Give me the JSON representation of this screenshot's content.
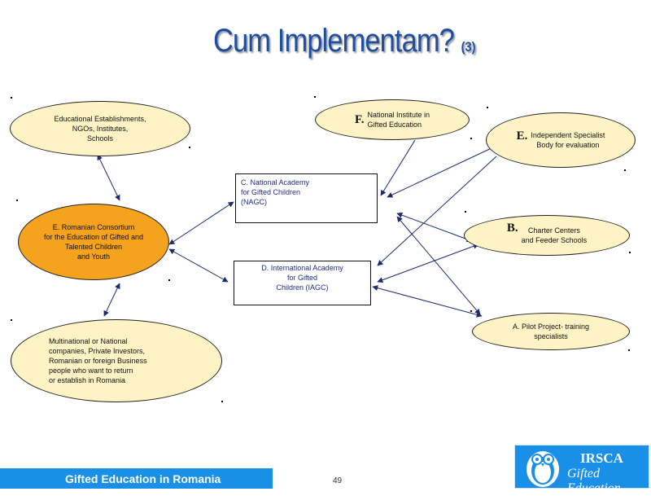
{
  "title": {
    "main": "Cum Implementam?",
    "sub": "(3)"
  },
  "nodes": {
    "educational": "Educational Establishments,\nNGOs, Institutes,\nSchools",
    "consortium": "E.  Romanian Consortium\nfor the Education of Gifted and\nTalented Children\nand Youth",
    "investors": "Multinational or National\ncompanies, Private Investors,\nRomanian or foreign Business\n people who want to return\n or establish in Romania",
    "nagc": "C. National Academy\n for Gifted Children\n(NAGC)",
    "iagc": "D. International Academy\nfor Gifted\nChildren (IAGC)",
    "institute_letter": "F.",
    "institute_text": "National Institute in\nGifted Education",
    "specialist_letter": "E.",
    "specialist_text": "Independent Specialist\nBody for evaluation",
    "charter_letter": "B.",
    "charter_text": "Charter Centers\nand Feeder Schools",
    "pilot": "A. Pilot Project- training\nspecialists"
  },
  "colors": {
    "ellipse_fill": "#fdf3c4",
    "highlight_fill": "#f5a21e",
    "title": "#1f4e9e",
    "footer": "#1a8fe8"
  },
  "footer": {
    "label": "Gifted Education in Romania",
    "page": "49"
  },
  "logo": {
    "name": "IRSCA",
    "tagline": "Gifted Education",
    "icon": "owl-icon"
  }
}
